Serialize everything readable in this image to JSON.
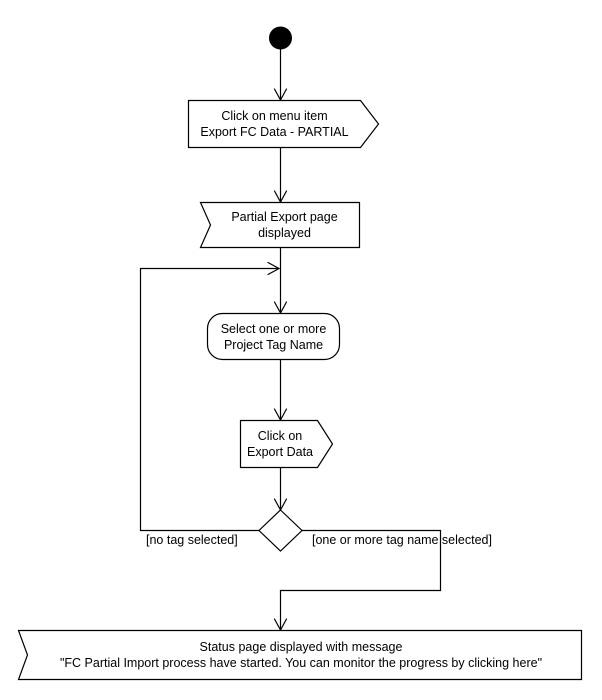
{
  "diagram": {
    "type": "uml-activity-diagram",
    "nodes": {
      "start": {
        "kind": "initial-node"
      },
      "click_menu_item": {
        "kind": "send-signal",
        "line1": "Click on menu item",
        "line2": "Export FC Data - PARTIAL"
      },
      "partial_export_page": {
        "kind": "receive-signal",
        "line1": "Partial Export page",
        "line2": "displayed"
      },
      "select_tags": {
        "kind": "action",
        "line1": "Select one or more",
        "line2": "Project Tag Name"
      },
      "click_export": {
        "kind": "send-signal",
        "line1": "Click on",
        "line2": "Export Data"
      },
      "decision": {
        "kind": "decision-node"
      },
      "status_page": {
        "kind": "receive-signal",
        "line1": "Status page displayed with message",
        "line2": "\"FC Partial Import process have started. You can monitor the progress by clicking here\""
      }
    },
    "guards": {
      "no_tag": "[no tag selected]",
      "tag_selected": "[one or more tag name selected]"
    },
    "colors": {
      "stroke": "#000000",
      "fill": "#ffffff",
      "text": "#000000",
      "start_fill": "#000000",
      "background": "#ffffff"
    }
  }
}
